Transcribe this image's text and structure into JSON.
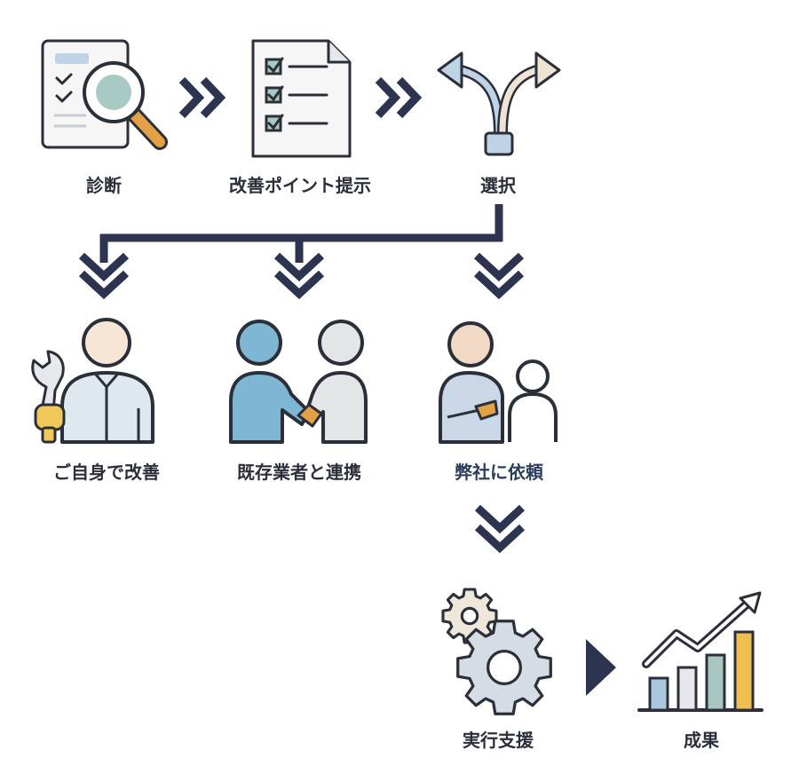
{
  "steps": {
    "diagnosis": "診断",
    "improvement_points": "改善ポイント提示",
    "selection": "選択",
    "diy": "ご自身で改善",
    "existing_vendor": "既存業者と連携",
    "request_us": "弊社に依頼",
    "execution_support": "実行支援",
    "results": "成果"
  },
  "colors": {
    "navy": "#2c3450",
    "outline": "#2b2f3a",
    "paper": "#f6f6f6",
    "blue_accent": "#bfd3e6",
    "teal_lens": "#a9c9c3",
    "handle_orange": "#e3a045",
    "skin": "#f7e6d6",
    "blue_person": "#7fb6d3",
    "grey_person": "#e4e5e6",
    "beige_gear": "#efe7d9",
    "grey_gear": "#d5dce3",
    "bar_blue": "#a9c8de",
    "bar_light": "#e6e8ec",
    "bar_teal": "#a9c7c0",
    "bar_gold": "#efbf52"
  },
  "icons": {
    "diagnosis": "magnifier-document-icon",
    "improvement_points": "checklist-document-icon",
    "selection": "fork-arrows-icon",
    "diy": "person-with-wrench-icon",
    "existing_vendor": "handshake-icon",
    "request_us": "consultation-icon",
    "execution_support": "gears-icon",
    "results": "growth-chart-icon"
  }
}
